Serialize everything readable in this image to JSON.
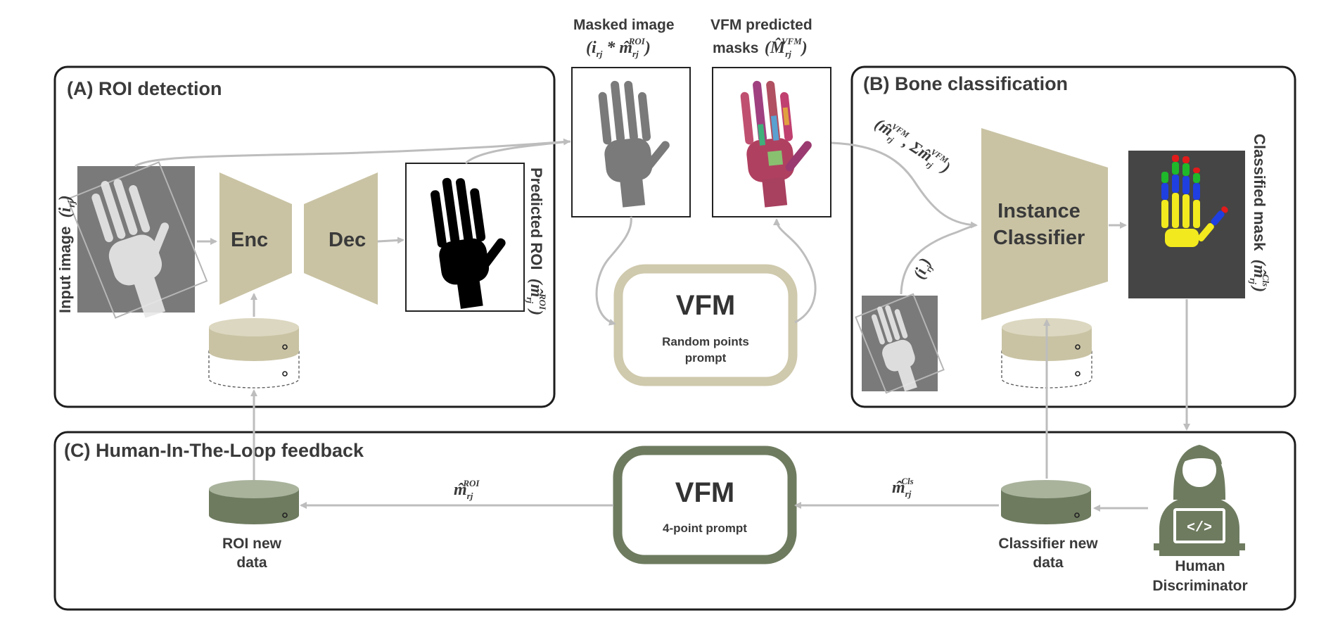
{
  "panels": {
    "roi": {
      "title": "(A) ROI detection"
    },
    "bone": {
      "title": "(B) Bone classification"
    },
    "hitl": {
      "title": "(C) Human-In-The-Loop feedback"
    }
  },
  "labels": {
    "input_image": "Input image",
    "input_image_math": "(i",
    "input_image_math_sub": "rj",
    "input_image_math_close": ")",
    "enc": "Enc",
    "dec": "Dec",
    "predicted_roi": "Predicted ROI",
    "predicted_roi_math": "(m̂",
    "predicted_roi_sup": "ROI",
    "masked_image": "Masked image",
    "masked_image_math": "(i",
    "masked_image_math_mid": " * m̂",
    "masked_image_sup": "ROI",
    "vfm_predicted_line1": "VFM predicted",
    "vfm_predicted_line2": "masks",
    "vfm_predicted_math": "(M̂",
    "vfm_predicted_sup": "VFM",
    "instance_classifier_line1": "Instance",
    "instance_classifier_line2": "Classifier",
    "classified_mask": "Classified mask",
    "classified_mask_math": "(m̂",
    "classified_mask_sup": "Cls",
    "classifier_input_a": "(m̂",
    "classifier_input_a_sup": "VFM",
    "classifier_input_a_mid": ", Σm̂",
    "classifier_input_b": "(i",
    "roi_new_data_line1": "ROI new",
    "roi_new_data_line2": "data",
    "classifier_new_data_line1": "Classifier new",
    "classifier_new_data_line2": "data",
    "human_line1": "Human",
    "human_line2": "Discriminator",
    "edge_roi": "m̂",
    "edge_roi_sup": "ROI",
    "edge_cls": "m̂",
    "edge_cls_sup": "Cls",
    "sub_rj": "rj"
  },
  "vfm_top": {
    "title": "VFM",
    "subtitle_line1": "Random points",
    "subtitle_line2": "prompt"
  },
  "vfm_bottom": {
    "title": "VFM",
    "subtitle": "4-point prompt"
  },
  "colors": {
    "khaki": "#c9c3a4",
    "khaki_border": "#cfc9ad",
    "dark_green": "#6e7b5f",
    "db_green": "#88967a",
    "arrow": "#bdbdbd",
    "panel_border": "#1e1e1e",
    "bone_red": "#e11b1b",
    "bone_green": "#1fb82a",
    "bone_blue": "#1f3fe0",
    "bone_yellow": "#f2ea1e"
  }
}
